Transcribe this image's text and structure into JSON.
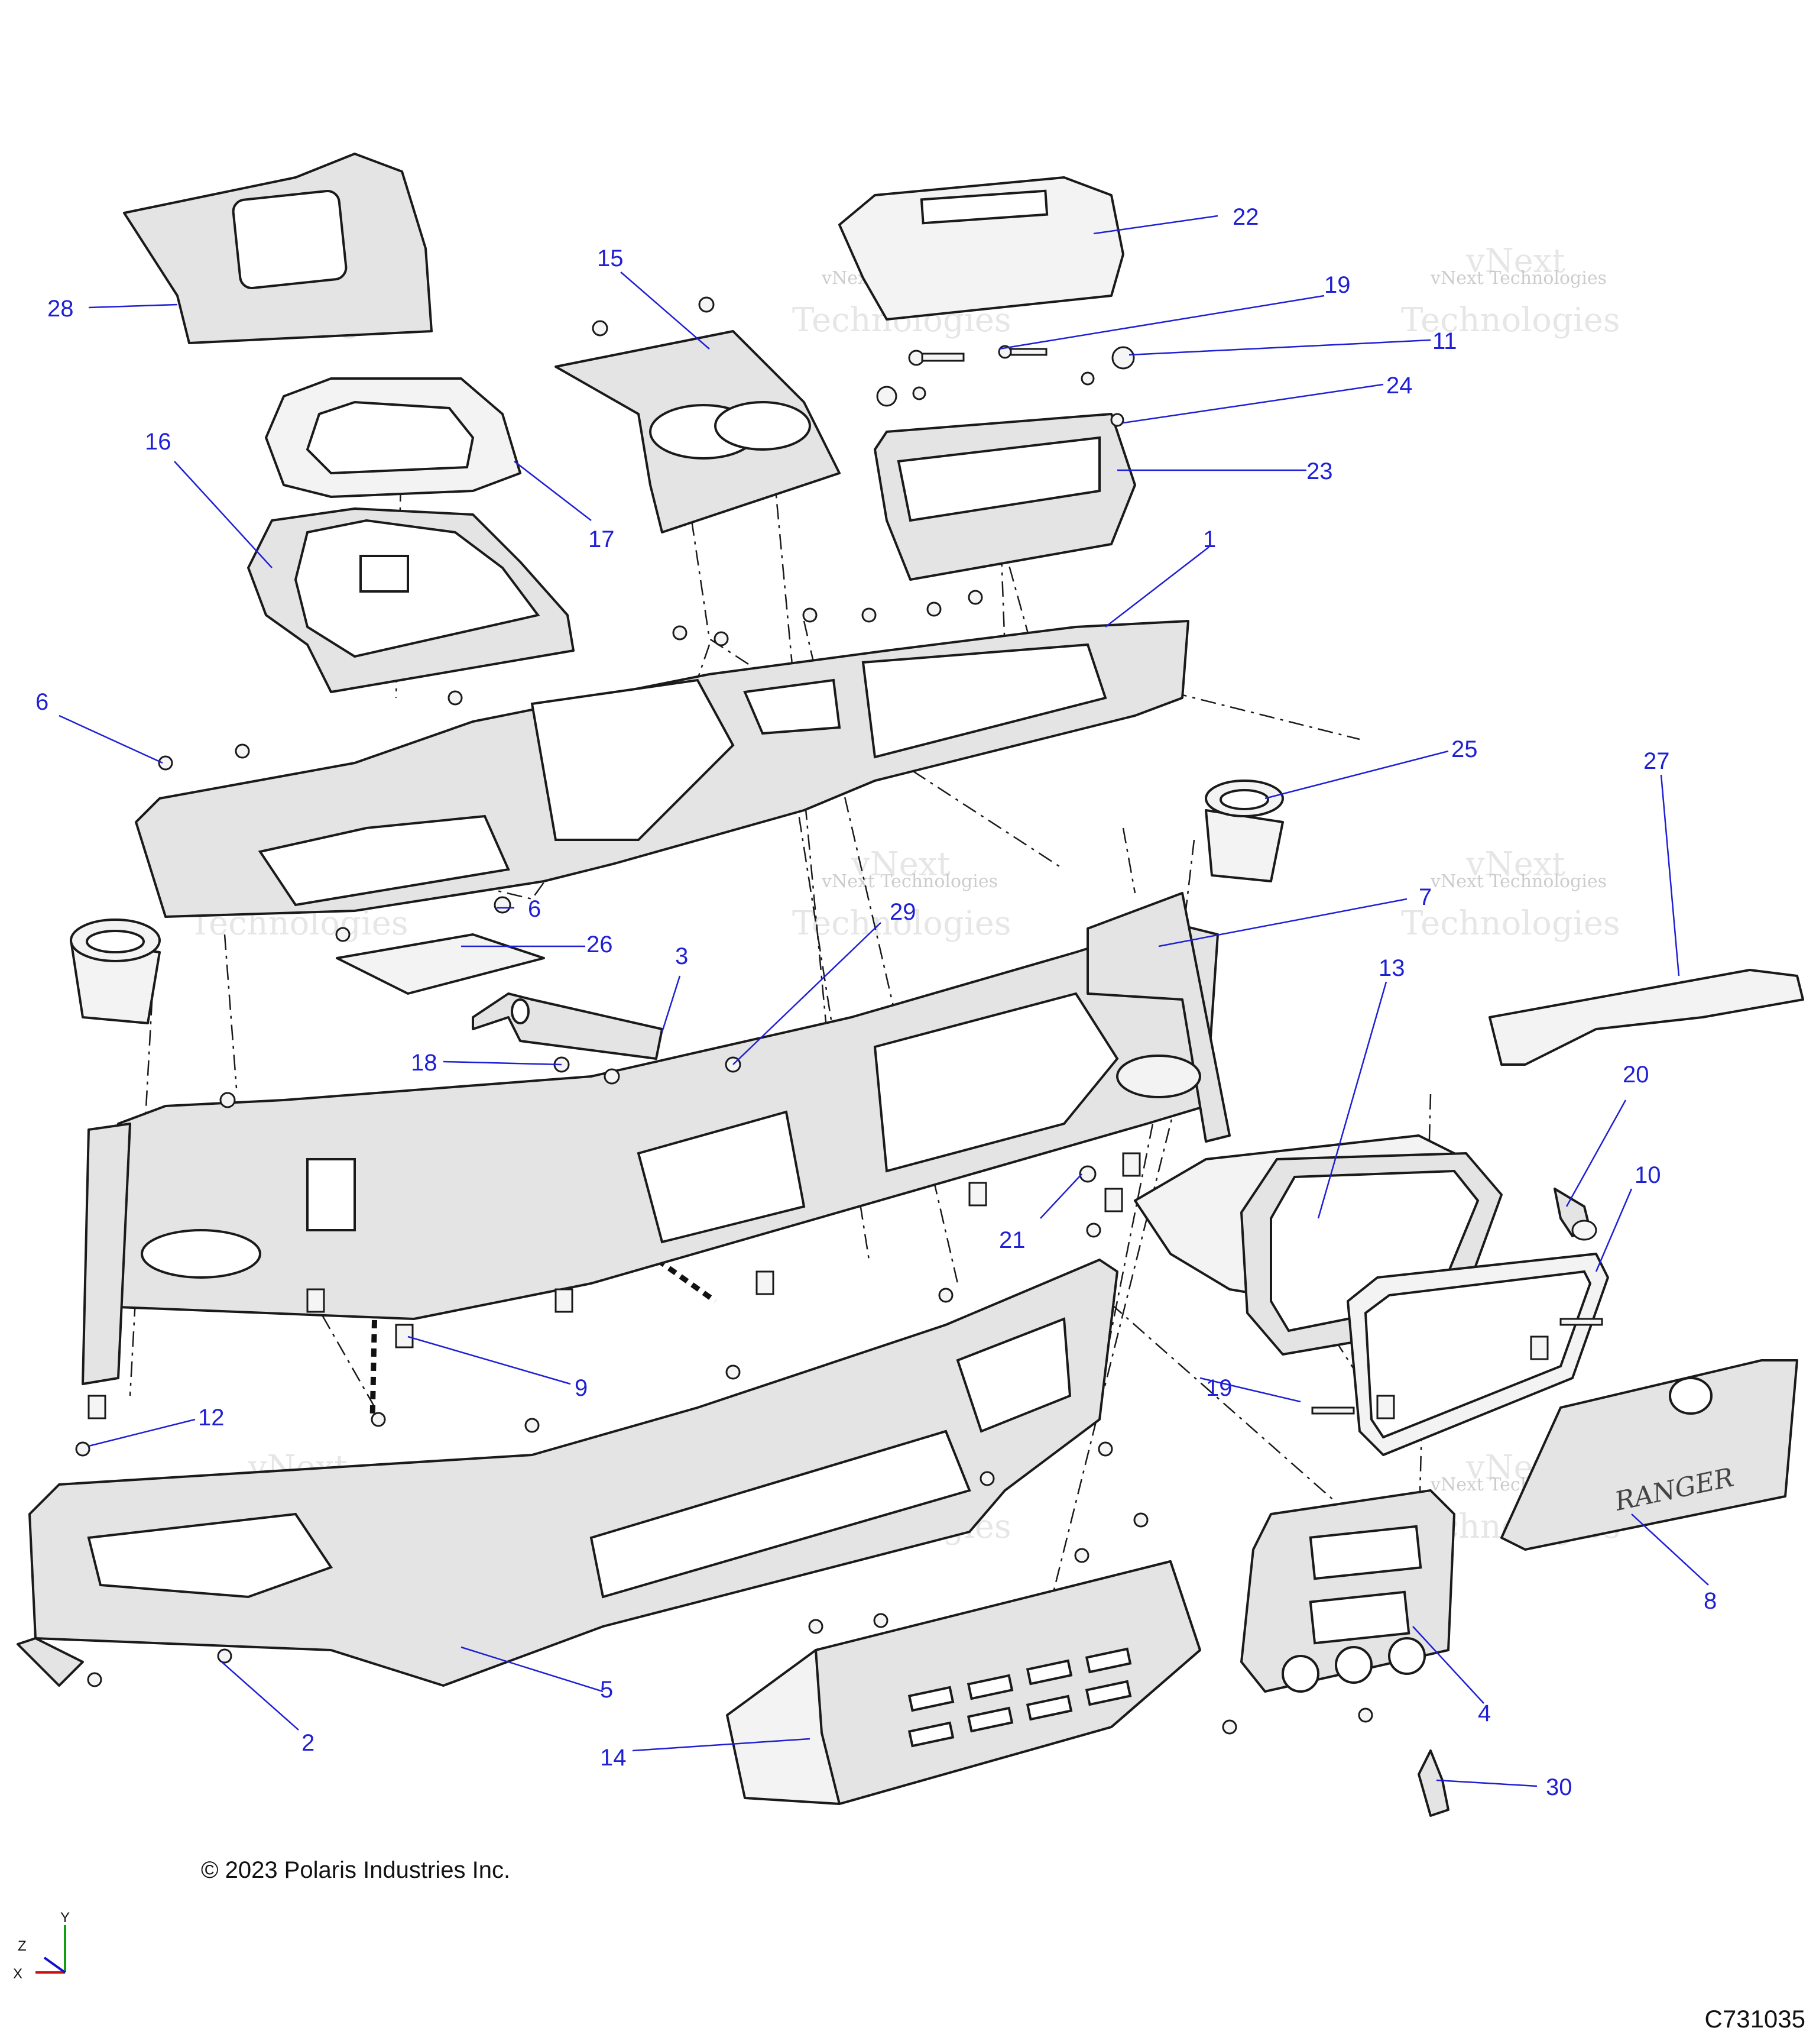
{
  "diagram": {
    "callouts": [
      {
        "id": "c1",
        "label": "1"
      },
      {
        "id": "c2",
        "label": "2"
      },
      {
        "id": "c3",
        "label": "3"
      },
      {
        "id": "c4",
        "label": "4"
      },
      {
        "id": "c5",
        "label": "5"
      },
      {
        "id": "c6a",
        "label": "6"
      },
      {
        "id": "c6b",
        "label": "6"
      },
      {
        "id": "c7",
        "label": "7"
      },
      {
        "id": "c8",
        "label": "8"
      },
      {
        "id": "c9",
        "label": "9"
      },
      {
        "id": "c10",
        "label": "10"
      },
      {
        "id": "c11",
        "label": "11"
      },
      {
        "id": "c12",
        "label": "12"
      },
      {
        "id": "c13",
        "label": "13"
      },
      {
        "id": "c14",
        "label": "14"
      },
      {
        "id": "c15",
        "label": "15"
      },
      {
        "id": "c16",
        "label": "16"
      },
      {
        "id": "c17",
        "label": "17"
      },
      {
        "id": "c18",
        "label": "18"
      },
      {
        "id": "c19a",
        "label": "19"
      },
      {
        "id": "c19b",
        "label": "19"
      },
      {
        "id": "c20",
        "label": "20"
      },
      {
        "id": "c21",
        "label": "21"
      },
      {
        "id": "c22",
        "label": "22"
      },
      {
        "id": "c23",
        "label": "23"
      },
      {
        "id": "c24",
        "label": "24"
      },
      {
        "id": "c25",
        "label": "25"
      },
      {
        "id": "c26",
        "label": "26"
      },
      {
        "id": "c27",
        "label": "27"
      },
      {
        "id": "c28",
        "label": "28"
      },
      {
        "id": "c29",
        "label": "29"
      },
      {
        "id": "c30",
        "label": "30"
      }
    ],
    "watermark": {
      "line1": "vNext Technologies",
      "line2": "vNext",
      "line3": "Technologies"
    },
    "emblem_text": "RANGER",
    "axis": {
      "x": "X",
      "y": "Y",
      "z": "Z"
    },
    "colors": {
      "callout": "#1f1fd6",
      "axis_x": "#d01010",
      "axis_y": "#10a010",
      "axis_z": "#1010d0"
    }
  },
  "footer": {
    "copyright": "© 2023 Polaris Industries Inc.",
    "figure_id": "C731035"
  }
}
